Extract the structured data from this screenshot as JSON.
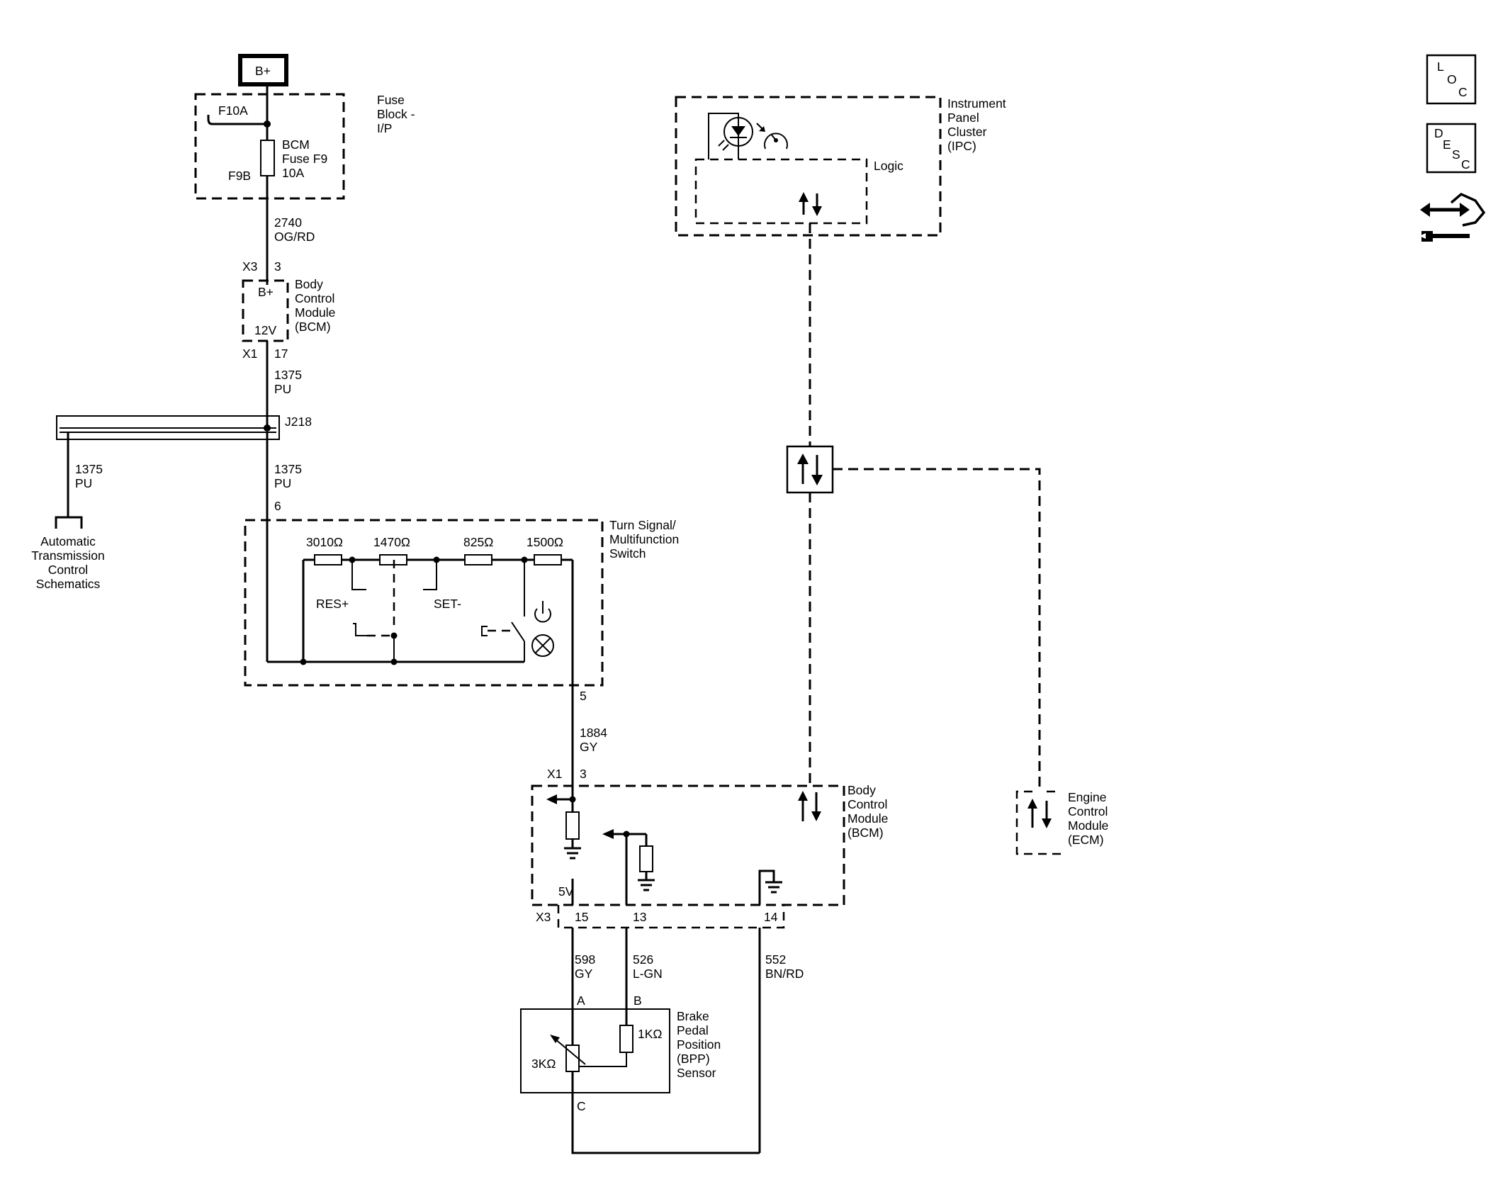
{
  "power": {
    "label": "B+"
  },
  "fuse_block": {
    "name_lines": [
      "Fuse",
      "Block -",
      "I/P"
    ],
    "fuse_a": "F10A",
    "fuse_b": "F9B",
    "fuse_lines": [
      "BCM",
      "Fuse F9",
      "10A"
    ]
  },
  "wire_2740": {
    "number": "2740",
    "color": "OG/RD"
  },
  "bcm_top": {
    "connector_in": "X3",
    "pin_in": "3",
    "label_in": "B+",
    "label_out": "12V",
    "connector_out": "X1",
    "pin_out": "17",
    "name_lines": [
      "Body",
      "Control",
      "Module",
      "(BCM)"
    ]
  },
  "wire_1375_a": {
    "number": "1375",
    "color": "PU"
  },
  "splice": {
    "label": "J218"
  },
  "wire_1375_b": {
    "number": "1375",
    "color": "PU"
  },
  "wire_1375_c": {
    "number": "1375",
    "color": "PU"
  },
  "atc": {
    "name_lines": [
      "Automatic",
      "Transmission",
      "Control",
      "Schematics"
    ]
  },
  "switch": {
    "pin_in": "6",
    "pin_out": "5",
    "name_lines": [
      "Turn Signal/",
      "Multifunction",
      "Switch"
    ],
    "resistors": [
      "3010Ω",
      "1470Ω",
      "825Ω",
      "1500Ω"
    ],
    "res_plus": "RES+",
    "set_minus": "SET-"
  },
  "wire_1884": {
    "number": "1884",
    "color": "GY"
  },
  "bcm_bottom": {
    "connector_top": "X1",
    "pin_top": "3",
    "ref_5v": "5V",
    "connector_bottom": "X3",
    "pin_a": "15",
    "pin_b": "13",
    "pin_c": "14",
    "name_lines": [
      "Body",
      "Control",
      "Module",
      "(BCM)"
    ]
  },
  "ipc": {
    "name_lines": [
      "Instrument",
      "Panel",
      "Cluster",
      "(IPC)"
    ],
    "logic_label": "Logic"
  },
  "ecm": {
    "name_lines": [
      "Engine",
      "Control",
      "Module",
      "(ECM)"
    ]
  },
  "wire_598": {
    "number": "598",
    "color": "GY"
  },
  "wire_526": {
    "number": "526",
    "color": "L-GN"
  },
  "wire_552": {
    "number": "552",
    "color": "BN/RD"
  },
  "bpp": {
    "pin_a": "A",
    "pin_b": "B",
    "pin_c": "C",
    "r_main": "3KΩ",
    "r_small": "1KΩ",
    "name_lines": [
      "Brake",
      "Pedal",
      "Position",
      "(BPP)",
      "Sensor"
    ]
  },
  "sidebar": {
    "loc": [
      "L",
      "O",
      "C"
    ],
    "desc": [
      "D",
      "E",
      "S",
      "C"
    ]
  }
}
